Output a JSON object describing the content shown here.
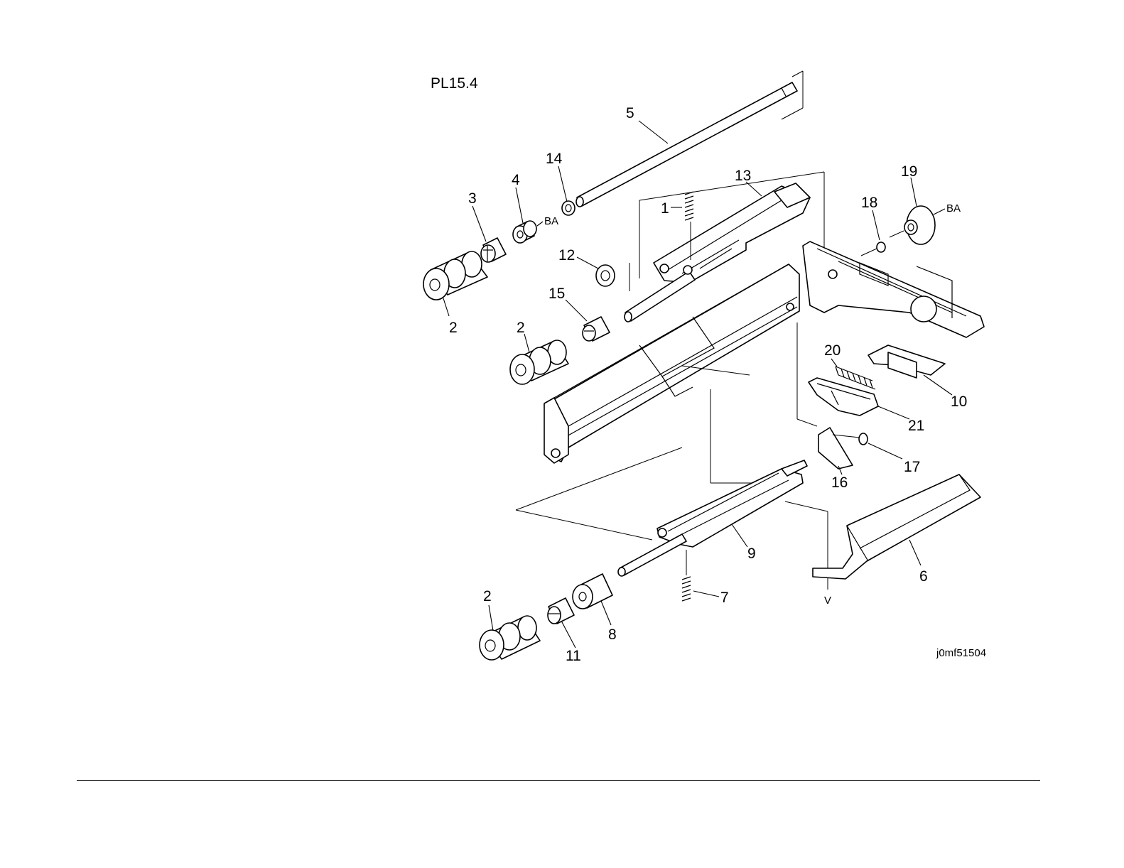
{
  "plate_id": "PL15.4",
  "figure_code": "j0mf51504",
  "assembly_note": "BA",
  "view_marker": "V",
  "callouts": [
    "1",
    "2",
    "3",
    "4",
    "5",
    "6",
    "7",
    "8",
    "9",
    "10",
    "11",
    "12",
    "13",
    "14",
    "15",
    "16",
    "17",
    "18",
    "19",
    "20",
    "21"
  ]
}
